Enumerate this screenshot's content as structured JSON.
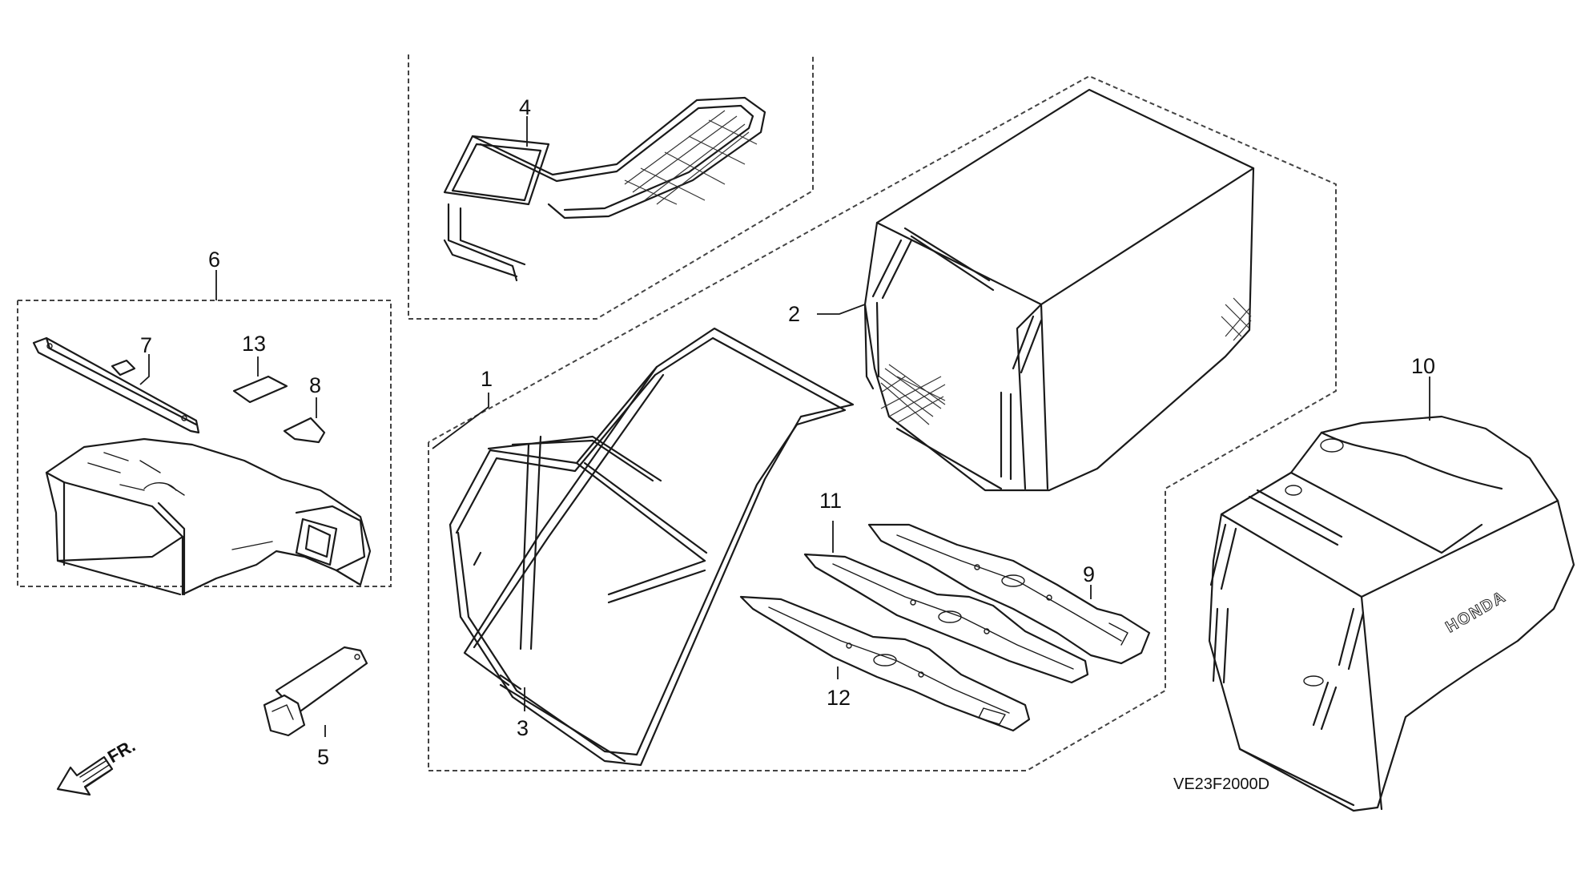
{
  "callouts": [
    {
      "id": "1",
      "label": "1"
    },
    {
      "id": "2",
      "label": "2"
    },
    {
      "id": "3",
      "label": "3"
    },
    {
      "id": "4",
      "label": "4"
    },
    {
      "id": "5",
      "label": "5"
    },
    {
      "id": "6",
      "label": "6"
    },
    {
      "id": "7",
      "label": "7"
    },
    {
      "id": "8",
      "label": "8"
    },
    {
      "id": "9",
      "label": "9"
    },
    {
      "id": "10",
      "label": "10"
    },
    {
      "id": "11",
      "label": "11"
    },
    {
      "id": "12",
      "label": "12"
    },
    {
      "id": "13",
      "label": "13"
    }
  ],
  "direction_label": "FR.",
  "diagram_code": "VE23F2000D",
  "brand_mark": "HONDA"
}
